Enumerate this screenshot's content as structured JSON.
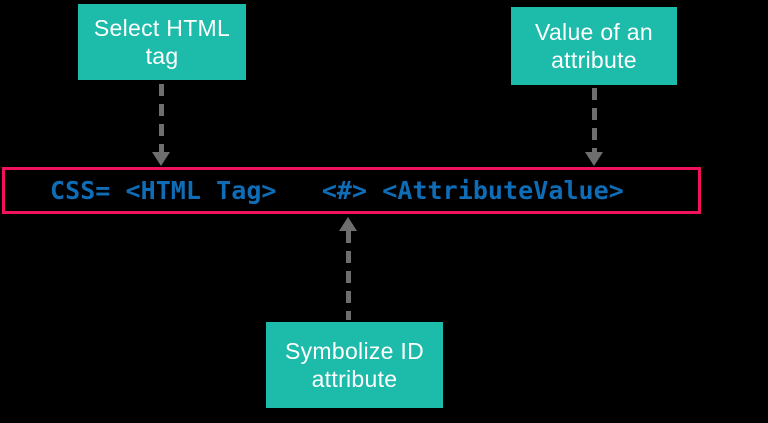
{
  "colors": {
    "teal": "#1cbbaa",
    "red_border": "#f0135c",
    "code_blue": "#0e6db6",
    "arrow_gray": "#6e6e6e",
    "text_white": "#ffffff",
    "background": "#000000"
  },
  "callouts": {
    "select_html_tag": {
      "lines": [
        "Select HTML tag"
      ]
    },
    "value_of_attribute": {
      "lines": [
        "Value of an",
        "attribute"
      ]
    },
    "symbolize_id_attribute": {
      "lines": [
        "Symbolize ID",
        "attribute"
      ]
    }
  },
  "code": {
    "text": "CSS= <HTML Tag>   <#> <AttributeValue>"
  }
}
